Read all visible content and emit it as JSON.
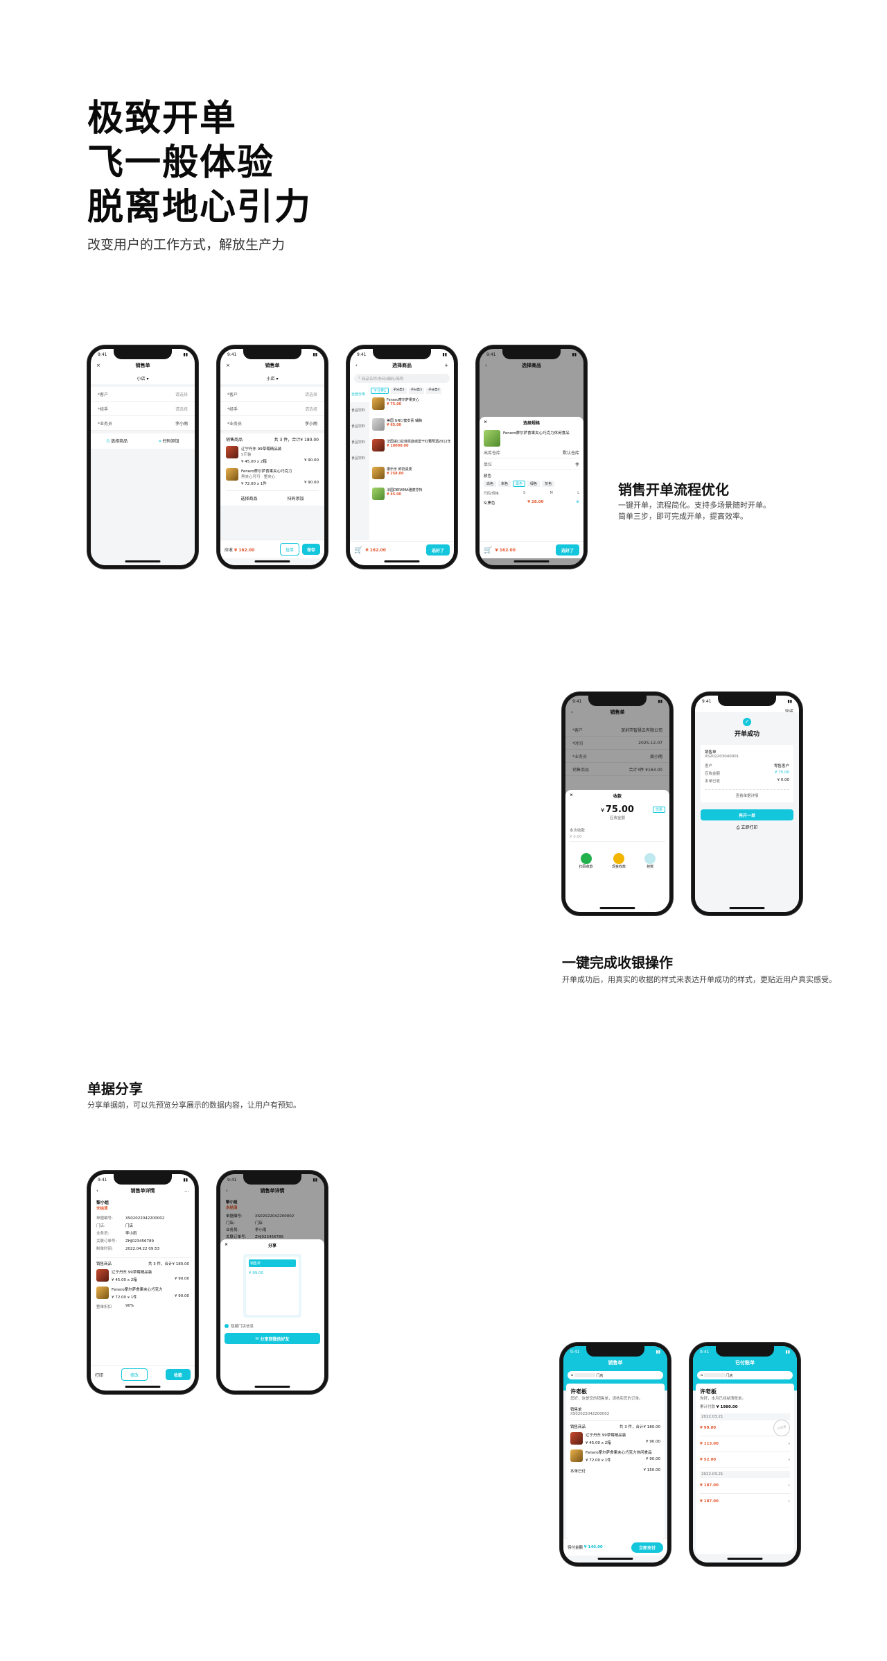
{
  "hero": {
    "line1": "极致开单",
    "line2": "飞一般体验",
    "line3": "脱离地心引力",
    "subtitle": "改变用户的工作方式，解放生产力"
  },
  "section_sales": {
    "title": "销售开单流程优化",
    "desc1": "一键开单，流程简化。支持多场景随时开单。",
    "desc2": "简单三步，即可完成开单，提高效率。"
  },
  "section_cashier": {
    "title": "一键完成收银操作",
    "desc": "开单成功后，用真实的收据的样式来表达开单成功的样式，更贴近用户真实感受。"
  },
  "section_share": {
    "title": "单据分享",
    "desc": "分享单据前，可以先预览分享展示的数据内容，让用户有预知。"
  },
  "common": {
    "time": "9:41",
    "back": "‹",
    "close": "×",
    "more": "…"
  },
  "p1": {
    "nav_title": "销售单",
    "store": "小店",
    "fields": [
      {
        "label": "*客户",
        "value": "请选择"
      },
      {
        "label": "*经手",
        "value": "请选择"
      },
      {
        "label": "*业务员",
        "value": "李小雨"
      }
    ],
    "actions": [
      "选择商品",
      "扫码添加"
    ]
  },
  "p2": {
    "nav_title": "销售单",
    "store": "小店",
    "fields": [
      {
        "label": "*客户",
        "value": "请选择"
      },
      {
        "label": "*经手",
        "value": "请选择"
      },
      {
        "label": "*业务员",
        "value": "李小雨"
      }
    ],
    "goods_label": "销售商品",
    "goods_summary": "共 3 件，合计¥ 180.00",
    "items": [
      {
        "name": "辽宁丹东 99草莓精品装",
        "spec": "5斤装",
        "price": "¥ 45.00 x 2箱",
        "total": "¥ 90.00"
      },
      {
        "name": "Fenero摩尔萨食果夹心巧克力",
        "spec": "黑夹心可可 · 整夹心",
        "price": "¥ 72.00 x 1件",
        "total": "¥ 90.00"
      }
    ],
    "actions": [
      "选择商品",
      "扫码添加"
    ],
    "total_label": "应收",
    "total": "¥ 162.00",
    "btn_hold": "挂单",
    "btn_save": "保存"
  },
  "p3": {
    "nav_title": "选择商品",
    "search_placeholder": "商品名称/条码/编码/简称",
    "categories": [
      "全部分类",
      "食品饮料",
      "食品饮料",
      "食品饮料",
      "食品饮料"
    ],
    "chips": [
      "子分类1",
      "子分类2",
      "子分类3",
      "子分类4"
    ],
    "products": [
      {
        "name": "Fenero摩尔萨果夹心",
        "price": "¥ 75.00"
      },
      {
        "name": "美国 GNC/健安喜 辅酶",
        "price": "¥ 65.00"
      },
      {
        "name": "法国进口拉菲凯旋城堡干红葡萄酒2012年",
        "price": "¥ 10000.00"
      },
      {
        "name": "康乐乐 鲜奶黑麦",
        "price": "¥ 258.00"
      },
      {
        "name": "法国DERAMA雅德芬特",
        "price": "¥ 45.00"
      }
    ],
    "total": "¥ 162.00",
    "btn": "选好了"
  },
  "p4": {
    "nav_title": "选择商品",
    "sheet_title": "选择规格",
    "product": "Fenero摩尔萨食果夹心巧克力休闲食品",
    "fields": [
      {
        "label": "出库仓库",
        "value": "默认仓库"
      },
      {
        "label": "单位",
        "value": "件"
      }
    ],
    "color_label": "颜色",
    "colors": [
      "白色",
      "米色",
      "黑色",
      "绿色",
      "灰色"
    ],
    "size_label": "尺码/规格",
    "sizes": [
      "S",
      "M",
      "L"
    ],
    "qty_label": "S/黑色",
    "price": "¥ 28.00",
    "total": "¥ 162.00",
    "btn": "选好了"
  },
  "p5": {
    "nav_title": "销售单",
    "fields": [
      {
        "label": "*客户",
        "value": "深圳市智慧云有限公司"
      },
      {
        "label": "*时间",
        "value": "2025-12-07"
      },
      {
        "label": "*业务员",
        "value": "周小雨"
      },
      {
        "label": "销售商品",
        "value": "合计3件 ¥163.00"
      }
    ],
    "sheet_title": "收款",
    "amount": "75.00",
    "amount_label": "应收金额",
    "discount": "优惠",
    "actual_label": "本次收款",
    "actual": "¥ 0.00",
    "methods": [
      "扫码收款",
      "现金收款",
      "挂账"
    ]
  },
  "p6": {
    "top_right": "完成",
    "title": "开单成功",
    "doc_type": "销售单",
    "doc_no": "XS202203040001",
    "rows": [
      {
        "k": "客户",
        "v": "零售客户"
      },
      {
        "k": "应收金额",
        "v": "¥ 75.00"
      },
      {
        "k": "本单已收",
        "v": "¥ 0.00"
      }
    ],
    "view_detail": "查看单据详情",
    "btn_again": "再开一单",
    "btn_print": "立即打印"
  },
  "p7": {
    "nav_title": "销售单详情",
    "customer": "黎小姐",
    "status": "未结清",
    "fields": [
      {
        "k": "单据编号:",
        "v": "XS02022042200002"
      },
      {
        "k": "门店:",
        "v": "门店"
      },
      {
        "k": "业务员:",
        "v": "李小雨"
      },
      {
        "k": "关联订单号:",
        "v": "ZHJ023456789"
      },
      {
        "k": "制单时间:",
        "v": "2022.04.22 09:53"
      }
    ],
    "goods_label": "销售商品",
    "goods_summary": "共 3 件，合计¥ 180.00",
    "items": [
      {
        "name": "辽宁丹东 99草莓精品装",
        "price": "¥ 45.00 x 2箱",
        "total": "¥ 90.00"
      },
      {
        "name": "Fenero摩尔萨食果夹心巧克力",
        "price": "¥ 72.00 x 1件",
        "total": "¥ 90.00"
      }
    ],
    "rate_label": "整单折扣",
    "rate": "90%",
    "btn_print": "打印",
    "btn_edit": "修改",
    "btn_collect": "收款"
  },
  "p8": {
    "nav_title": "销售单详情",
    "sheet_title": "分享",
    "preview_title": "销售单",
    "preview_amount": "¥ 99.00",
    "check_label": "隐藏门店信息",
    "btn_share": "分享到微信好友"
  },
  "p9": {
    "nav_title": "销售单",
    "shop_label": "门店",
    "name": "许老板",
    "tip": "您好，这是您的销售单，请核实您的订单。",
    "doc_type": "销售单",
    "doc_no": "XS02022042200002",
    "goods_label": "销售商品",
    "goods_summary": "共 3 件，合计¥ 180.00",
    "items": [
      {
        "name": "辽宁丹东 99草莓精品装",
        "price": "¥ 45.00 x 2箱",
        "total": "¥ 90.00"
      },
      {
        "name": "Fenero摩尔萨食果夹心巧克力休闲食品",
        "price": "¥ 72.00 x 1件",
        "total": "¥ 90.00"
      }
    ],
    "paid_label": "本单已付",
    "paid": "¥ 150.00",
    "due_label": "待付金额",
    "due": "¥ 140.00",
    "btn_pay": "立即支付"
  },
  "p10": {
    "nav_title": "已付账单",
    "shop_label": "门店",
    "name": "许老板",
    "tip": "你好，本月已经结清账单。",
    "total_label": "累计付款",
    "total": "¥ 1980.00",
    "date1": "2022.03.21",
    "date2": "2022.03.21",
    "bills": [
      {
        "amount": "¥ 99.00"
      },
      {
        "amount": "¥ 113.00"
      },
      {
        "amount": "¥ 52.00"
      },
      {
        "amount": "¥ 187.00"
      },
      {
        "amount": "¥ 187.00"
      }
    ],
    "stamp": "已结清"
  },
  "colors": {
    "accent": "#13c6dc",
    "price": "#e4572e"
  }
}
